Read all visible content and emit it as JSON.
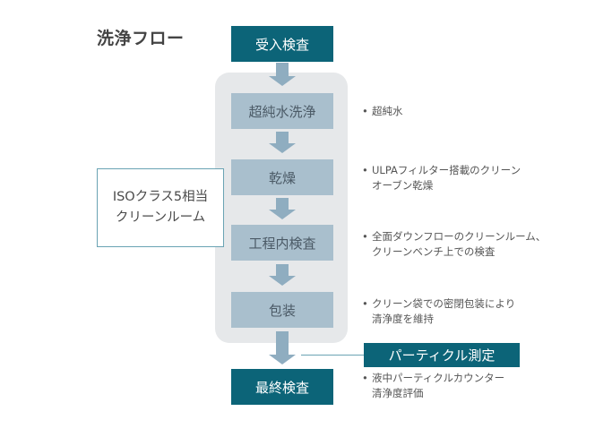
{
  "title": "洗浄フロー",
  "colors": {
    "dark_box": "#0c6478",
    "light_box": "#a9bfcd",
    "panel": "#e6e8ea",
    "arrow": "#8fadc0",
    "outline": "#6aa3b3"
  },
  "steps": {
    "receiving": "受入検査",
    "ultrapure_wash": "超純水洗浄",
    "drying": "乾燥",
    "inprocess_inspection": "工程内検査",
    "packaging": "包装",
    "final_inspection": "最終検査"
  },
  "notes": {
    "ultrapure_wash": [
      "超純水"
    ],
    "drying": [
      "ULPAフィルター搭載のクリーン",
      "オーブン乾燥"
    ],
    "inprocess_inspection": [
      "全面ダウンフローのクリーンルーム、",
      "クリーンベンチ上での検査"
    ],
    "packaging": [
      "クリーン袋での密閉包装により",
      "清浄度を維持"
    ],
    "final_inspection": [
      "液中パーティクルカウンター",
      "清浄度評価"
    ]
  },
  "bullet": "•",
  "cleanroom_label": [
    "ISOクラス5相当",
    "クリーンルーム"
  ],
  "particle_label": "パーティクル測定"
}
